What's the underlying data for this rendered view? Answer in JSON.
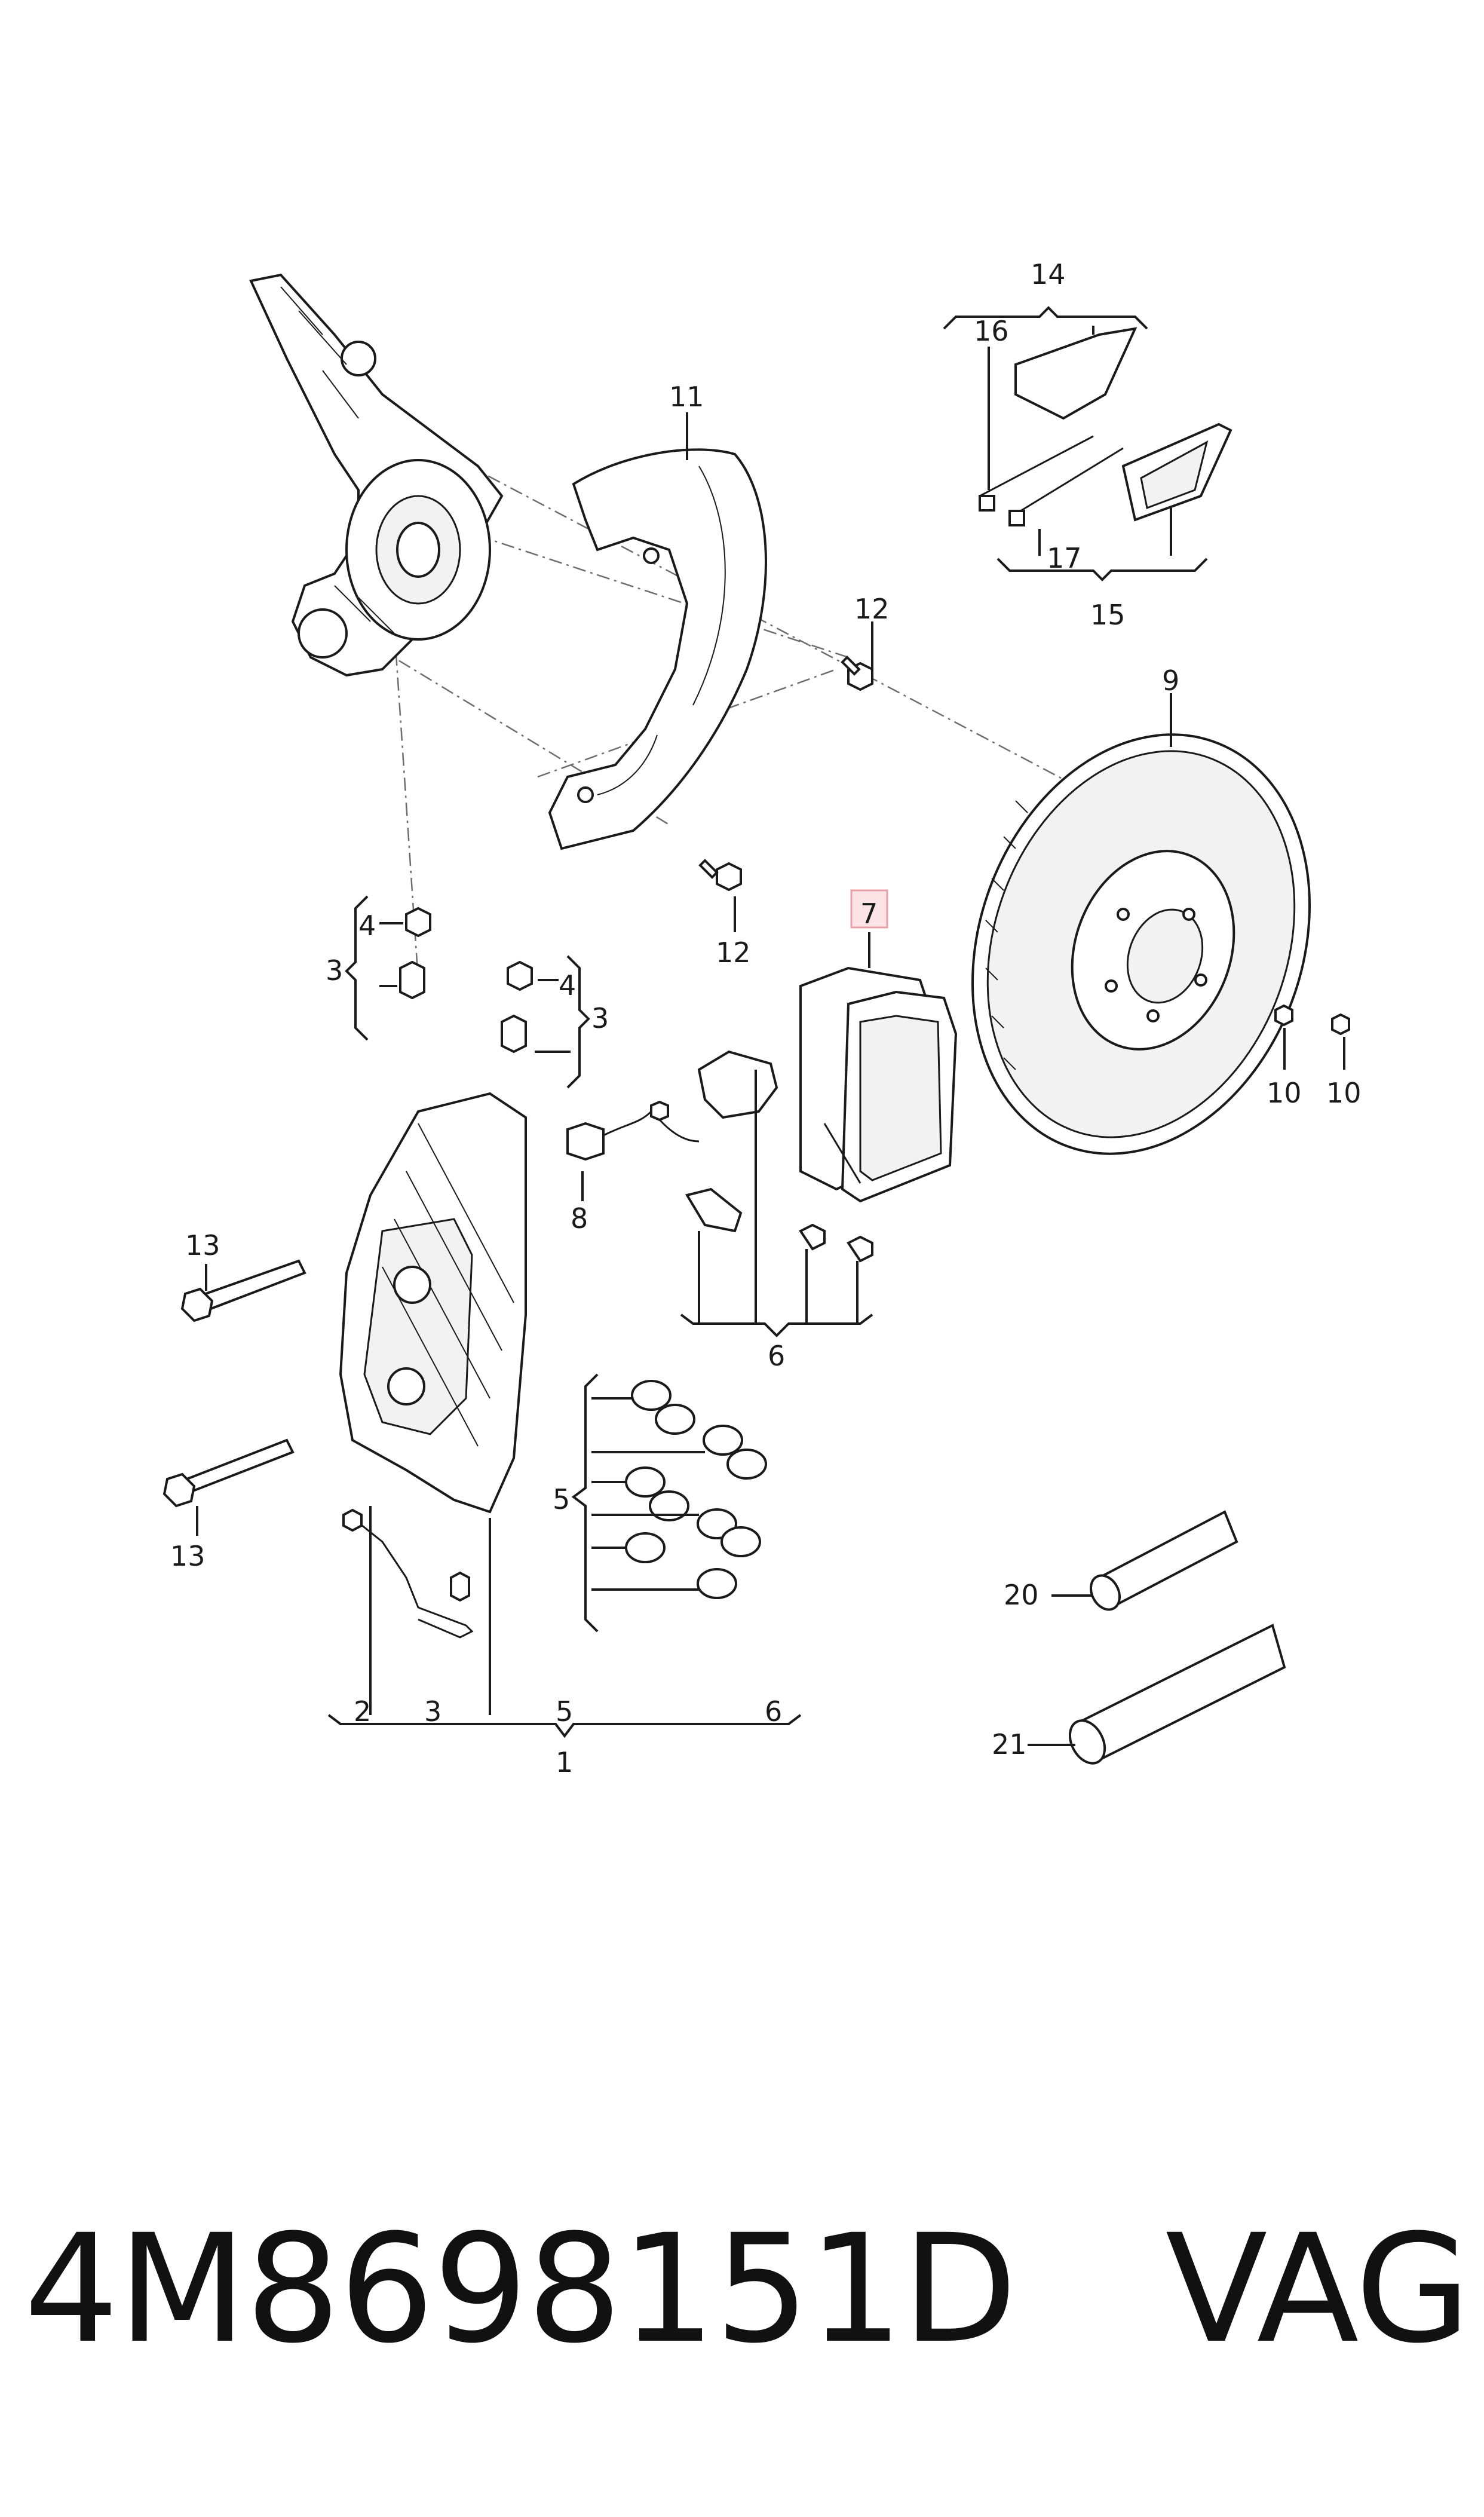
{
  "callouts": {
    "c1": "1",
    "c2": "2",
    "c3a": "3",
    "c3b": "3",
    "c3c": "3",
    "c4a": "4",
    "c4b": "4",
    "c5a": "5",
    "c5b": "5",
    "c6a": "6",
    "c6b": "6",
    "c7": "7",
    "c8": "8",
    "c9": "9",
    "c10a": "10",
    "c10b": "10",
    "c11": "11",
    "c12a": "12",
    "c12b": "12",
    "c13a": "13",
    "c13b": "13",
    "c14": "14",
    "c15": "15",
    "c16": "16",
    "c17": "17",
    "c20": "20",
    "c21": "21"
  },
  "highlight": {
    "callout": "7",
    "color": "#e8a0a8"
  },
  "footer": {
    "part_number": "4M8698151D",
    "brand": "VAG"
  }
}
